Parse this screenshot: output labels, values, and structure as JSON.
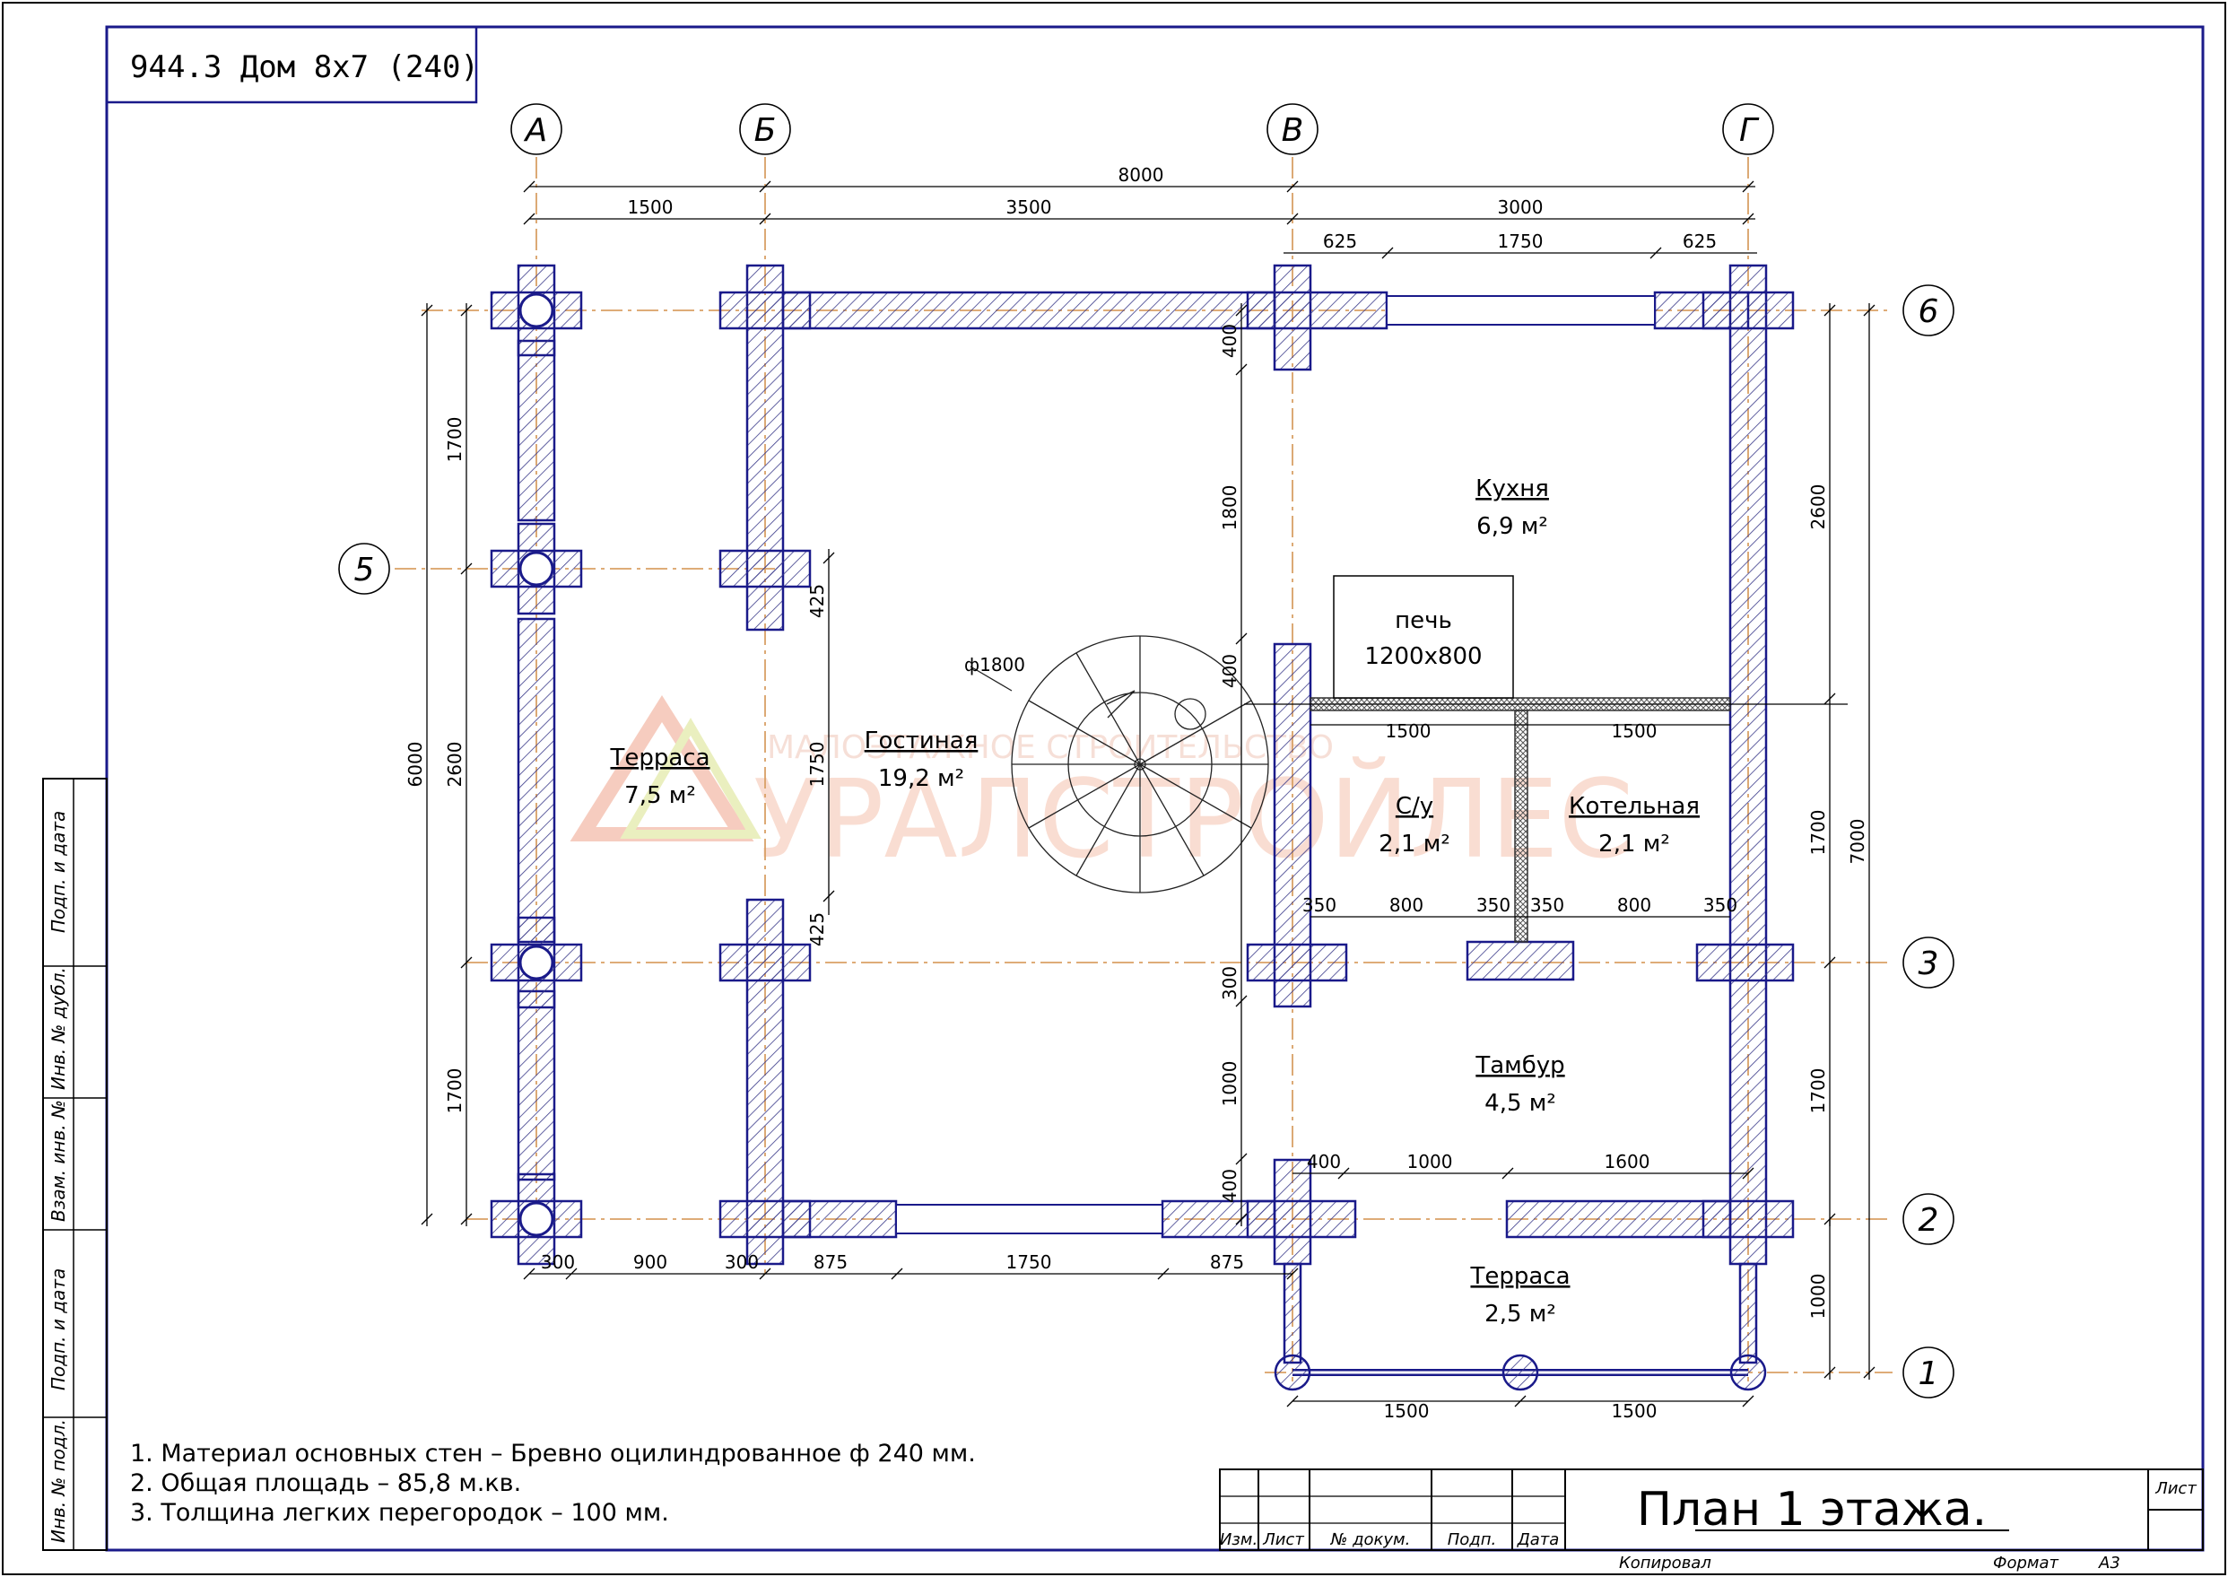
{
  "title_block": {
    "project": "944.3 Дом 8х7 (240)",
    "sheet_title": "План 1 этажа."
  },
  "axes": {
    "columns": [
      "А",
      "Б",
      "В",
      "Г"
    ],
    "rows": [
      "6",
      "5",
      "3",
      "2",
      "1"
    ]
  },
  "dimensions": {
    "top_total": "8000",
    "top": [
      "1500",
      "3500",
      "3000"
    ],
    "top_window": [
      "625",
      "1750",
      "625"
    ],
    "left_total": "6000",
    "left_segments": [
      "1700",
      "2600",
      "1700"
    ],
    "v_inner": [
      "400",
      "1800",
      "400",
      "300",
      "1000",
      "400"
    ],
    "right": [
      "2600",
      "1700",
      "1700",
      "1000"
    ],
    "right_total": "7000",
    "gost_window": [
      "425",
      "1750",
      "425"
    ],
    "bottom": [
      "300",
      "900",
      "300",
      "875",
      "1750",
      "875"
    ],
    "bottom_entry": [
      "400",
      "1000",
      "1600"
    ],
    "partition_top": [
      "1500",
      "1500"
    ],
    "partition_bottom": [
      "350",
      "800",
      "350",
      "350",
      "800",
      "350"
    ],
    "porch": [
      "1500",
      "1500"
    ],
    "stair": "ф1800"
  },
  "rooms": [
    {
      "name": "Терраса",
      "area": "7,5 м²"
    },
    {
      "name": "Гостиная",
      "area": "19,2 м²"
    },
    {
      "name": "Кухня",
      "area": "6,9 м²"
    },
    {
      "name": "С/у",
      "area": "2,1 м²"
    },
    {
      "name": "Котельная",
      "area": "2,1 м²"
    },
    {
      "name": "Тамбур",
      "area": "4,5 м²"
    },
    {
      "name": "Терраса",
      "area": "2,5 м²"
    }
  ],
  "stove": {
    "label": "печь",
    "size": "1200х800"
  },
  "watermark": {
    "line1": "МАЛОЭТАЖНОЕ СТРОИТЕЛЬСТВО",
    "line2": "УРАЛСТРОЙЛЕС"
  },
  "notes": [
    "1. Материал основных стен – Бревно оцилиндрованное ф 240 мм.",
    "2. Общая площадь – 85,8 м.кв.",
    "3. Толщина легких перегородок – 100 мм."
  ],
  "stamp": {
    "columns": [
      "Изм.",
      "Лист",
      "№ докум.",
      "Подп.",
      "Дата"
    ],
    "sheet_label": "Лист",
    "copied": "Копировал",
    "format_label": "Формат",
    "format_value": "А3"
  },
  "side_stamp": [
    "Подп. и дата",
    "Инв. № дубл.",
    "Взам. инв. №",
    "Подп. и дата",
    "Инв. № подл."
  ]
}
